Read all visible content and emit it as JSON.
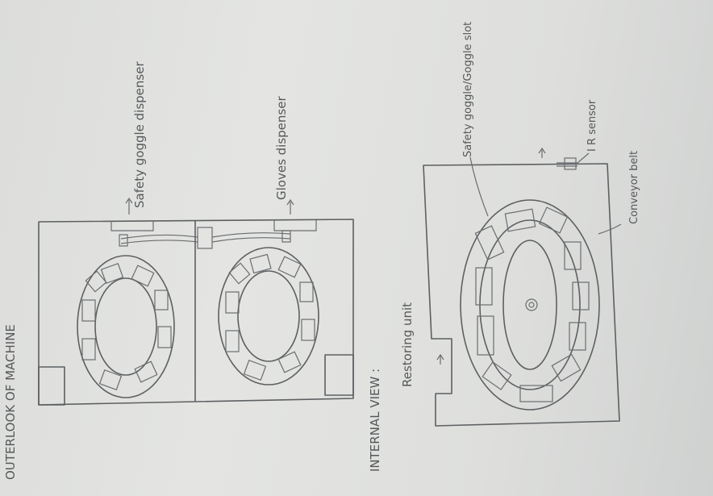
{
  "labels": {
    "outlook_title": "OUTERLOOK OF MACHINE",
    "safety_goggle_dispenser": "Safety goggle dispenser",
    "gloves_dispenser": "Gloves dispenser",
    "internal_view": "INTERNAL VIEW :",
    "restoring_unit": "Restoring unit",
    "goggle_slot": "Safety goggle/Goggle slot",
    "ir_sensor": "I R sensor",
    "conveyor_belt": "Conveyor belt"
  }
}
